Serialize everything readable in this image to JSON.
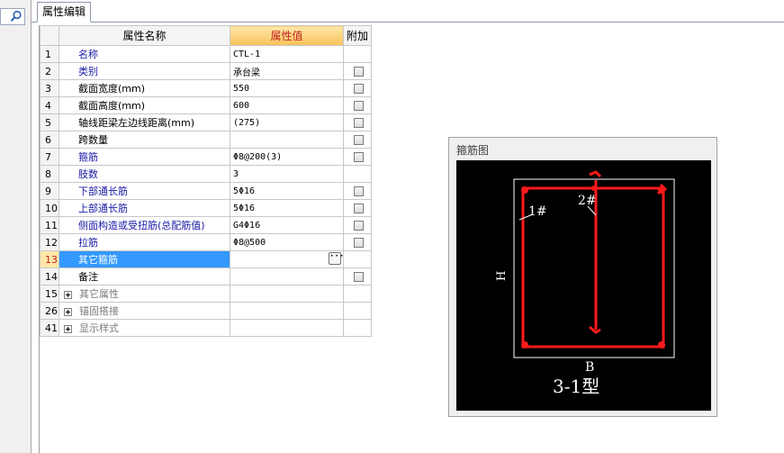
{
  "search": {
    "icon": "search-icon"
  },
  "tab": {
    "label": "属性编辑"
  },
  "grid": {
    "headers": {
      "name": "属性名称",
      "value": "属性值",
      "extra": "附加"
    },
    "rows": [
      {
        "num": "1",
        "name": "名称",
        "value": "CTL-1",
        "style": "blue",
        "check": false
      },
      {
        "num": "2",
        "name": "类别",
        "value": "承台梁",
        "style": "blue",
        "check": true
      },
      {
        "num": "3",
        "name": "截面宽度(mm)",
        "value": "550",
        "style": "black",
        "check": true
      },
      {
        "num": "4",
        "name": "截面高度(mm)",
        "value": "600",
        "style": "black",
        "check": true
      },
      {
        "num": "5",
        "name": "轴线距梁左边线距离(mm)",
        "value": "(275)",
        "style": "black",
        "check": true
      },
      {
        "num": "6",
        "name": "跨数量",
        "value": "",
        "style": "black",
        "check": true
      },
      {
        "num": "7",
        "name": "箍筋",
        "value": "Φ8@200(3)",
        "style": "blue",
        "check": true
      },
      {
        "num": "8",
        "name": "肢数",
        "value": "3",
        "style": "blue",
        "check": false
      },
      {
        "num": "9",
        "name": "下部通长筋",
        "value": "5Φ16",
        "style": "blue",
        "check": true
      },
      {
        "num": "10",
        "name": "上部通长筋",
        "value": "5Φ16",
        "style": "blue",
        "check": true
      },
      {
        "num": "11",
        "name": "侧面构造或受扭筋(总配筋值)",
        "value": "G4Φ16",
        "style": "blue",
        "check": true
      },
      {
        "num": "12",
        "name": "拉筋",
        "value": "Φ8@500",
        "style": "blue",
        "check": true
      },
      {
        "num": "13",
        "name": "其它箍筋",
        "value": "",
        "style": "selected",
        "check": false
      },
      {
        "num": "14",
        "name": "备注",
        "value": "",
        "style": "black",
        "check": true
      }
    ],
    "groups": [
      {
        "num": "15",
        "name": "其它属性"
      },
      {
        "num": "26",
        "name": "锚固搭接"
      },
      {
        "num": "41",
        "name": "显示样式"
      }
    ]
  },
  "stirrup_panel": {
    "title": "箍筋图",
    "labels": {
      "leg1": "1#",
      "leg2": "2#",
      "height": "H",
      "width": "B",
      "type": "3-1型"
    }
  },
  "colors": {
    "rebar": "#ff1a1a",
    "canvas": "#000000",
    "outline": "#ffffff",
    "selection": "#3399ff",
    "header_accent": "#f8c25a"
  }
}
